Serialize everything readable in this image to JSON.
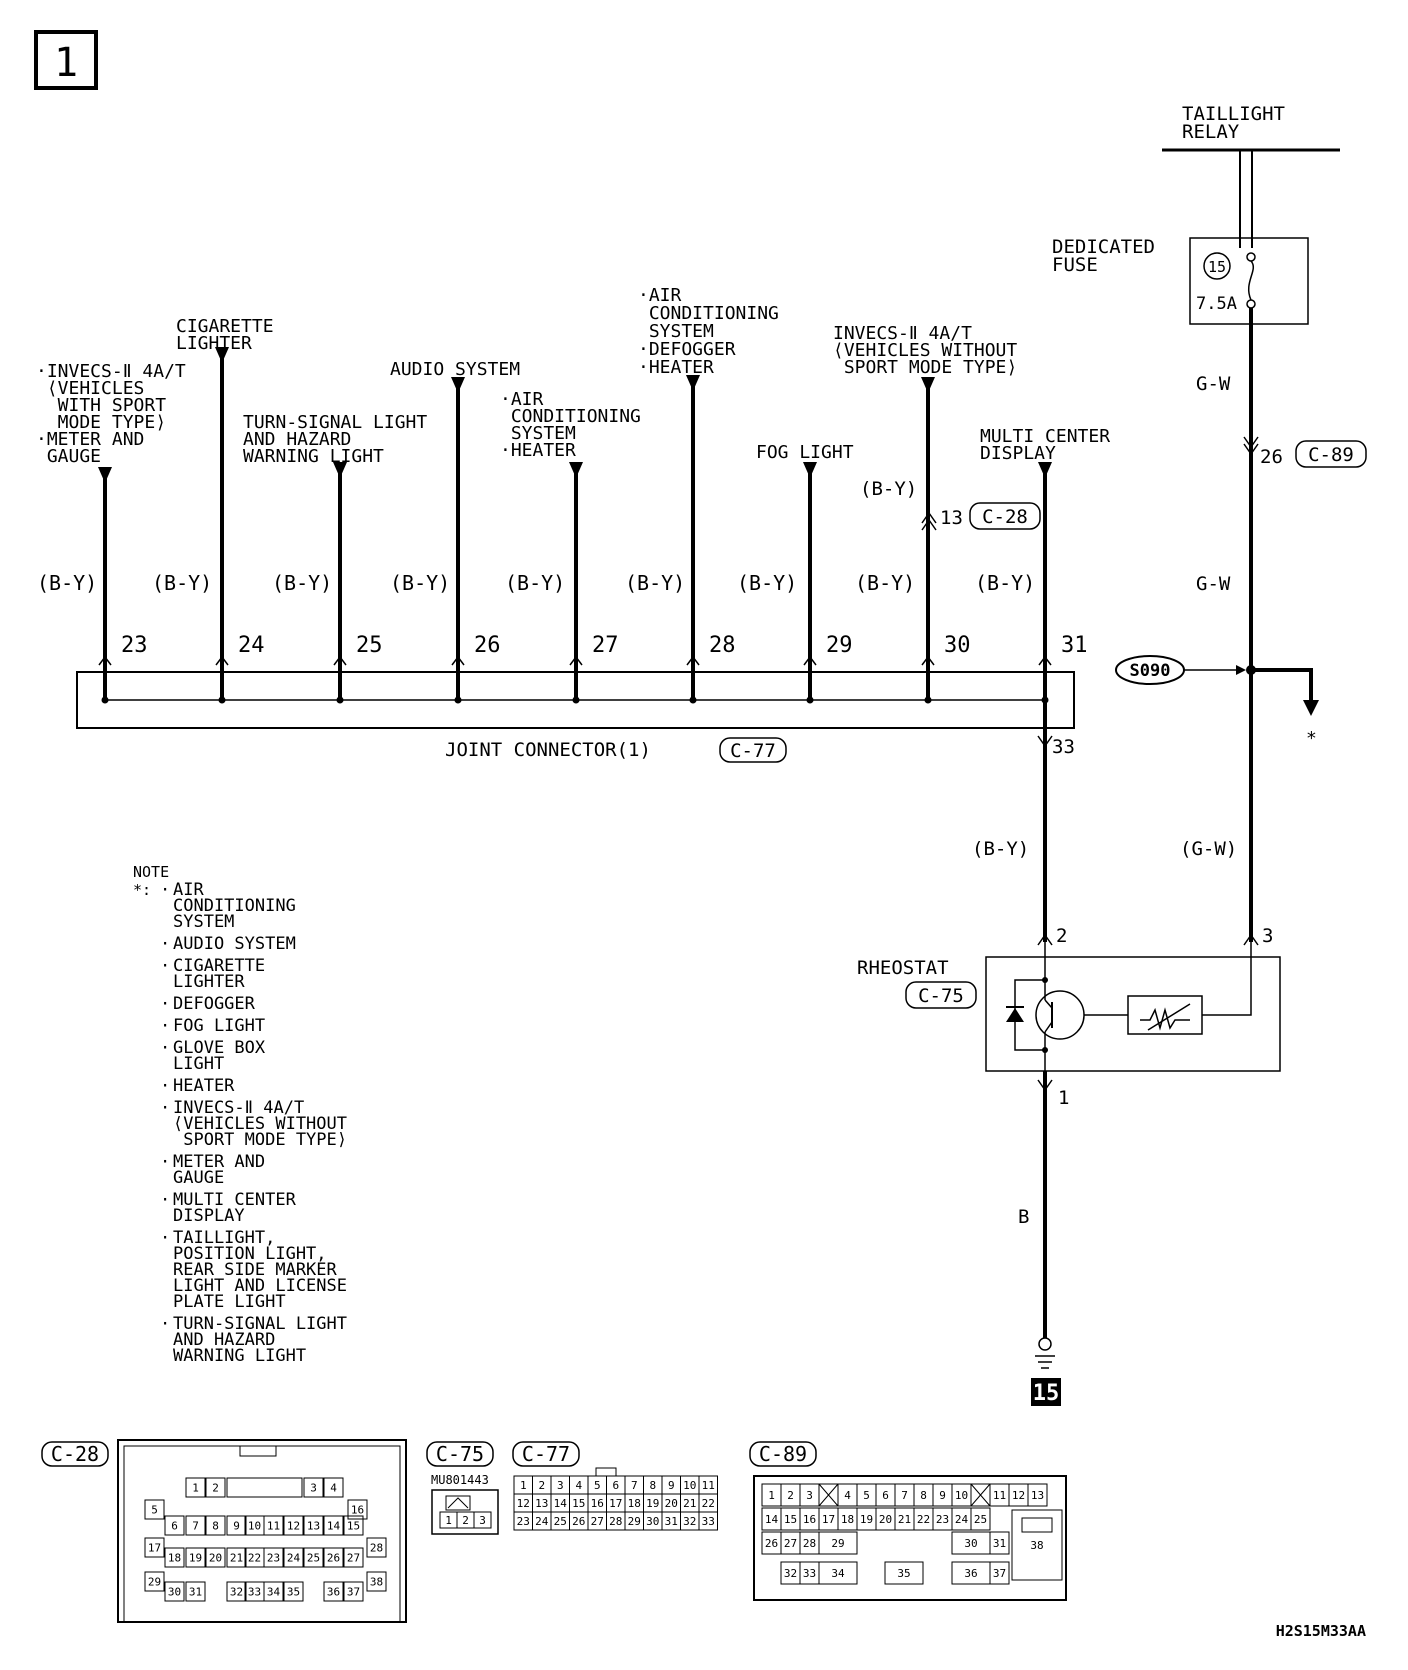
{
  "page_number": "1",
  "diagram_id": "H2S15M33AA",
  "taillight_relay": {
    "label_line1": "TAILLIGHT",
    "label_line2": "RELAY"
  },
  "dedicated_fuse": {
    "label_line1": "DEDICATED",
    "label_line2": "FUSE",
    "number": "15",
    "rating": "7.5A"
  },
  "wire_gw_1": "G-W",
  "wire_gw_2": "G-W",
  "wire_gw_3": "(G-W)",
  "wire_by_rheostat": "(B-Y)",
  "wire_b_ground": "B",
  "wire_by_invecs": "(B-Y)",
  "c89_pin": "26",
  "c89_ref": "C-89",
  "c28_pin": "13",
  "c28_ref": "C-28",
  "splice": "S090",
  "splice_mark": "*",
  "joint_connector": {
    "label": "JOINT CONNECTOR(1)",
    "ref": "C-77",
    "out_pin": "33"
  },
  "branches": [
    {
      "pin": "23",
      "wire": "(B-Y)",
      "dest": [
        "·INVECS-Ⅱ 4A/T",
        " ⟨VEHICLES",
        "  WITH SPORT",
        "  MODE TYPE⟩",
        "·METER AND",
        " GAUGE"
      ]
    },
    {
      "pin": "24",
      "wire": "(B-Y)",
      "dest": [
        "CIGARETTE",
        "LIGHTER"
      ]
    },
    {
      "pin": "25",
      "wire": "(B-Y)",
      "dest": [
        "TURN-SIGNAL LIGHT",
        "AND HAZARD",
        "WARNING LIGHT"
      ]
    },
    {
      "pin": "26",
      "wire": "(B-Y)",
      "dest": [
        "AUDIO SYSTEM"
      ]
    },
    {
      "pin": "27",
      "wire": "(B-Y)",
      "dest": [
        "·AIR",
        " CONDITIONING",
        " SYSTEM",
        "·HEATER"
      ]
    },
    {
      "pin": "28",
      "wire": "(B-Y)",
      "dest": [
        "·AIR",
        " CONDITIONING",
        " SYSTEM",
        "·DEFOGGER",
        "·HEATER"
      ]
    },
    {
      "pin": "29",
      "wire": "(B-Y)",
      "dest": [
        "FOG LIGHT"
      ]
    },
    {
      "pin": "30",
      "wire": "(B-Y)",
      "dest": [
        "INVECS-Ⅱ 4A/T",
        "⟨VEHICLES WITHOUT",
        " SPORT MODE TYPE⟩"
      ]
    },
    {
      "pin": "31",
      "wire": "(B-Y)",
      "dest": [
        "MULTI CENTER",
        "DISPLAY"
      ]
    }
  ],
  "rheostat": {
    "label": "RHEOSTAT",
    "ref": "C-75",
    "pin_in": "2",
    "pin_power": "3",
    "pin_out": "1"
  },
  "ground_number": "15",
  "note": {
    "title": "NOTE",
    "marker": "*:",
    "items": [
      [
        "AIR",
        "CONDITIONING",
        "SYSTEM"
      ],
      [
        "AUDIO SYSTEM"
      ],
      [
        "CIGARETTE",
        "LIGHTER"
      ],
      [
        "DEFOGGER"
      ],
      [
        "FOG LIGHT"
      ],
      [
        "GLOVE BOX",
        "LIGHT"
      ],
      [
        "HEATER"
      ],
      [
        "INVECS-Ⅱ 4A/T",
        "⟨VEHICLES WITHOUT",
        " SPORT MODE TYPE⟩"
      ],
      [
        "METER AND",
        "GAUGE"
      ],
      [
        "MULTI CENTER",
        "DISPLAY"
      ],
      [
        "TAILLIGHT,",
        "POSITION LIGHT,",
        "REAR SIDE MARKER",
        "LIGHT AND LICENSE",
        "PLATE LIGHT"
      ],
      [
        "TURN-SIGNAL LIGHT",
        "AND HAZARD",
        "WARNING LIGHT"
      ]
    ]
  },
  "connectors": {
    "c28": {
      "ref": "C-28"
    },
    "c75": {
      "ref": "C-75",
      "part": "MU801443"
    },
    "c77": {
      "ref": "C-77"
    },
    "c89": {
      "ref": "C-89"
    }
  }
}
